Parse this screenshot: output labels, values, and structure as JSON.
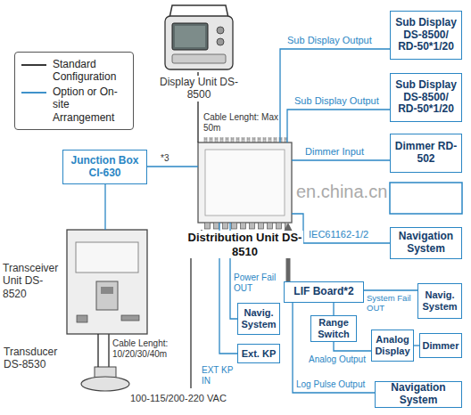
{
  "diagram": {
    "nodes": [
      {
        "text": [
          "Display Unit DS-8500"
        ]
      },
      {
        "text": [
          "Sub Display DS-8500/ RD-50*1/20"
        ]
      },
      {
        "text": [
          "Sub Display DS-8500/ RD-50*1/20"
        ]
      },
      {
        "text": [
          "Junction Box CI-630"
        ]
      },
      {
        "text": [
          "Dimmer RD-502"
        ]
      },
      {
        "text": [
          "Distribution Unit DS-8510"
        ]
      },
      {
        "text": [
          "Navigation System"
        ]
      },
      {
        "text": [
          "Transceiver Unit DS-8520"
        ]
      },
      {
        "text": [
          "LIF Board*2"
        ]
      },
      {
        "text": [
          "Navig. System"
        ]
      },
      {
        "text": [
          "Navig. System"
        ]
      },
      {
        "text": [
          "Range Switch"
        ]
      },
      {
        "text": [
          "Analog Display"
        ]
      },
      {
        "text": [
          "Dimmer"
        ]
      },
      {
        "text": [
          "Ext. KP"
        ]
      },
      {
        "text": [
          "Transducer DS-8530"
        ]
      },
      {
        "text": [
          "Navigation System"
        ]
      }
    ],
    "edges": [
      {
        "from": 0,
        "to": 5,
        "label": "Cable Lenght: Max 50m",
        "arrow": "none"
      },
      {
        "from": 5,
        "to": 1,
        "label": "Sub Display Output",
        "arrow": "none"
      },
      {
        "from": 5,
        "to": 2,
        "label": "Sub Display Output",
        "arrow": "none"
      },
      {
        "from": 3,
        "to": 5,
        "label": "*3",
        "arrow": "none"
      },
      {
        "from": 5,
        "to": 4,
        "label": "Dimmer Input",
        "arrow": "none"
      },
      {
        "from": 5,
        "to": 6,
        "label": "IEC61162-1/2",
        "arrow": "none"
      },
      {
        "from": 3,
        "to": 7,
        "arrow": "none"
      },
      {
        "from": 8,
        "to": 5,
        "arrow": "to"
      },
      {
        "from": 8,
        "to": 9,
        "label": "System Fail OUT",
        "arrow": "none"
      },
      {
        "from": 5,
        "to": 10,
        "label": "Power Fail OUT",
        "arrow": "none"
      },
      {
        "from": 8,
        "to": 11,
        "arrow": "none"
      },
      {
        "from": 11,
        "to": 12,
        "label": "Analog Output",
        "arrow": "none"
      },
      {
        "from": 12,
        "to": 13,
        "arrow": "none"
      },
      {
        "from": 5,
        "to": 14,
        "label": "EXT KP IN",
        "arrow": "none"
      },
      {
        "from": 7,
        "to": 15,
        "label": "Cable Lenght: 10/20/30/40m",
        "arrow": "none"
      },
      {
        "from": 8,
        "to": 16,
        "label": "Log Pulse Output",
        "arrow": "none"
      }
    ],
    "labels": [
      "100-115/200-220 VAC",
      "en.china.cn"
    ],
    "legend": [
      {
        "text": "Standard Configuration"
      },
      {
        "text": "Option or On-site Arrangement"
      }
    ]
  }
}
